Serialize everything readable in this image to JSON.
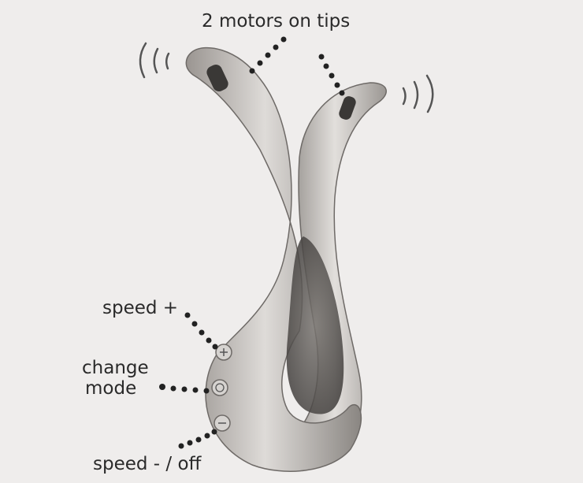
{
  "labels": {
    "motors": "2 motors on tips",
    "speed_plus": "speed +",
    "change_mode_line1": "change",
    "change_mode_line2": "mode",
    "speed_minus_off": "speed - / off"
  },
  "colors": {
    "background": "#efedec",
    "body_light": "#d9d6d3",
    "body_dark": "#8f8b87",
    "motor": "#3a3836",
    "text": "#2a2a2a"
  }
}
